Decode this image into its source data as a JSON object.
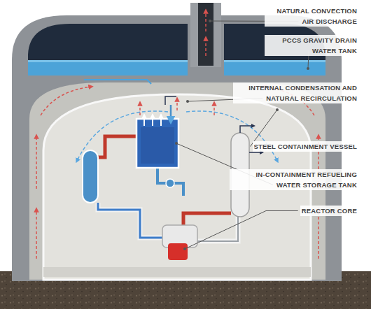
{
  "diagram": {
    "labels": [
      "NATURAL CONVECTION AIR DISCHARGE",
      "PCCS GRAVITY DRAIN WATER TANK",
      "INTERNAL CONDENSATION AND NATURAL RECIRCULATION",
      "STEEL CONTAINMENT VESSEL",
      "IN-CONTAINMENT REFUELING WATER STORAGE TANK",
      "REACTOR CORE"
    ]
  }
}
